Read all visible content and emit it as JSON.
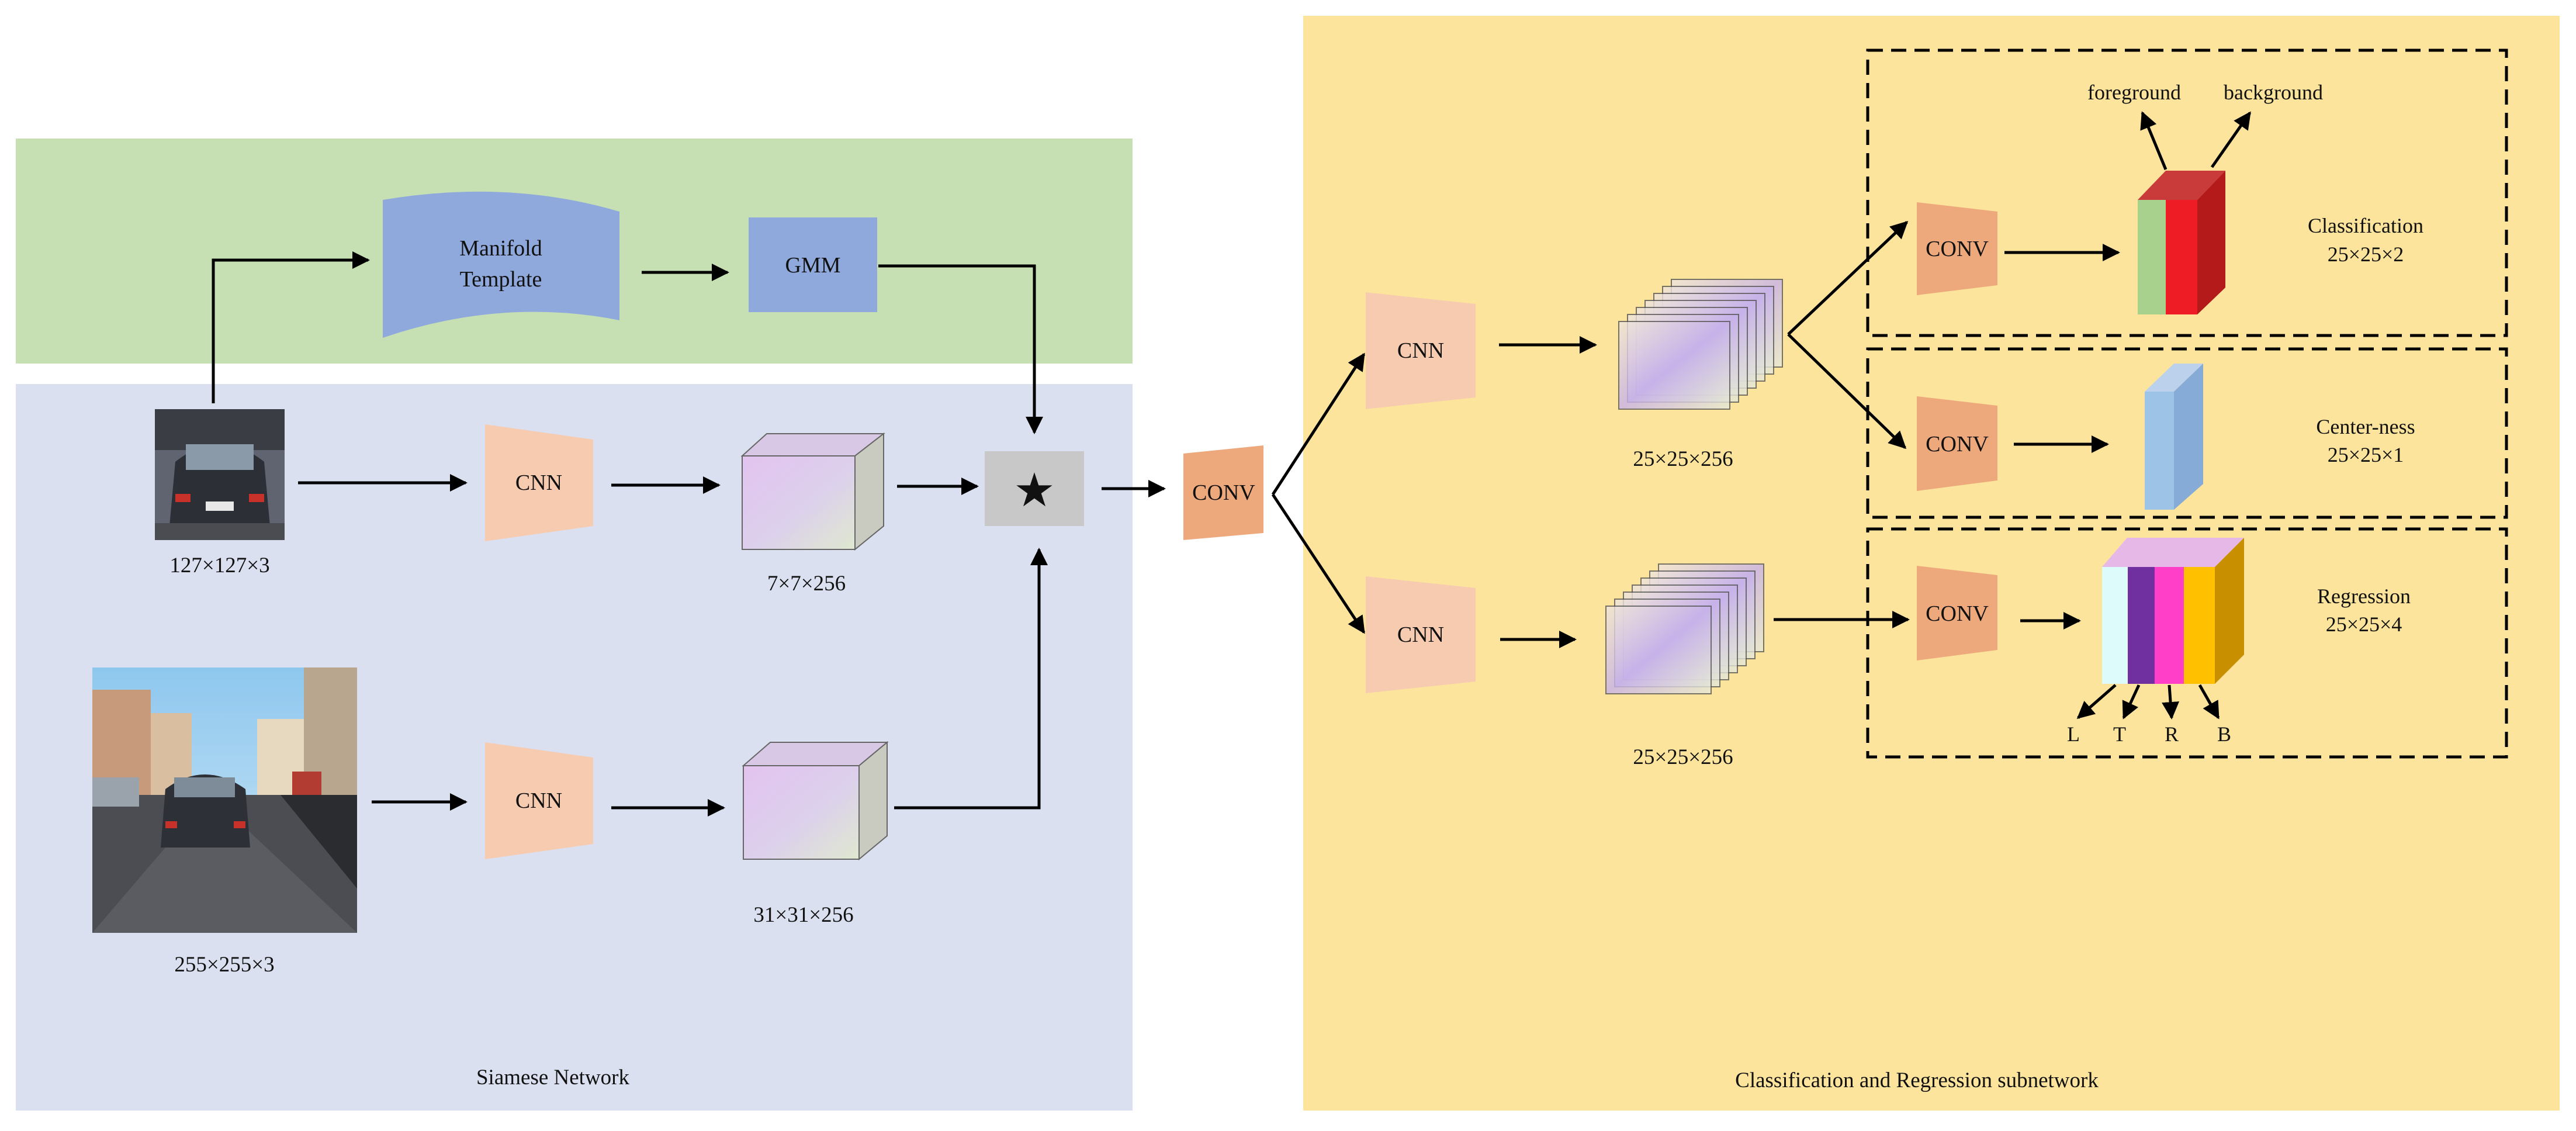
{
  "regions": {
    "siamese": "Siamese Network",
    "cls_reg": "Classification and Regression subnetwork"
  },
  "manifold": {
    "template_line1": "Manifold",
    "template_line2": "Template",
    "gmm": "GMM"
  },
  "siamese": {
    "template_size": "127×127×3",
    "search_size": "255×255×3",
    "cnn_top": "CNN",
    "cnn_bottom": "CNN",
    "feat_top": "7×7×256",
    "feat_bottom": "31×31×256",
    "corr_symbol": "★"
  },
  "head": {
    "conv": "CONV",
    "cnn_top": "CNN",
    "cnn_bottom": "CNN",
    "feat_top": "25×25×256",
    "feat_bottom": "25×25×256"
  },
  "classification": {
    "conv": "CONV",
    "foreground": "foreground",
    "background": "background",
    "title": "Classification",
    "size": "25×25×2"
  },
  "centerness": {
    "conv": "CONV",
    "title": "Center-ness",
    "size": "25×25×1"
  },
  "regression": {
    "conv": "CONV",
    "title": "Regression",
    "size": "25×25×4",
    "letters": [
      "L",
      "T",
      "R",
      "B"
    ]
  },
  "colors": {
    "green_region": "#c6e0b4",
    "blue_region": "#dae0f0",
    "yellow_region": "#fce49c",
    "manifold_box": "#8fa9dc",
    "cnn_box": "#f7cbb0",
    "conv_box": "#eda97c",
    "corr_box": "#c8c8c8"
  }
}
